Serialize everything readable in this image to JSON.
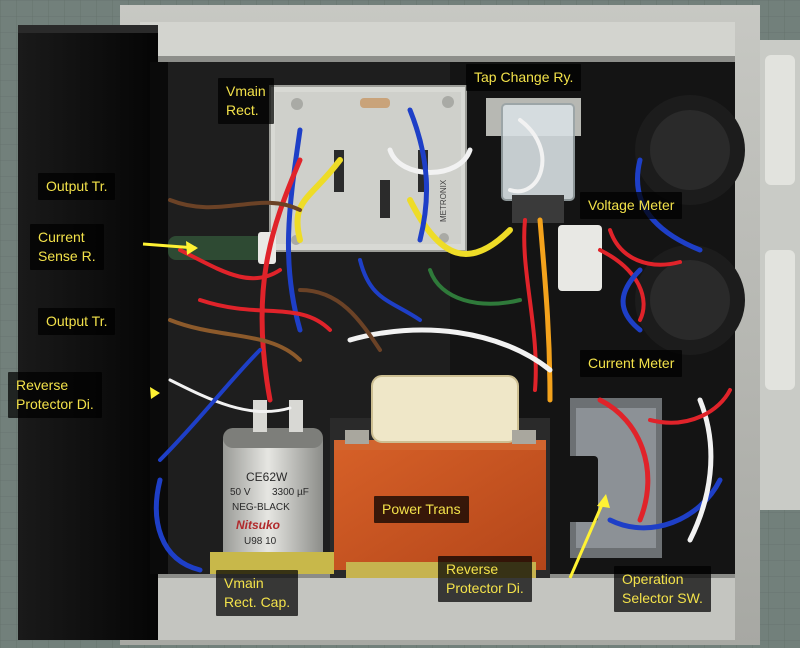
{
  "labels": {
    "vmain_rect": [
      "Vmain",
      "Rect."
    ],
    "tap_change_ry": "Tap Change Ry.",
    "output_tr_top": "Output Tr.",
    "current_sense_r": [
      "Current",
      "Sense R."
    ],
    "voltage_meter": "Voltage Meter",
    "output_tr_bottom": "Output Tr.",
    "current_meter": "Current Meter",
    "reverse_protector_left": [
      "Reverse",
      "Protector Di."
    ],
    "power_trans": "Power Trans",
    "vmain_rect_cap": [
      "Vmain",
      "Rect. Cap."
    ],
    "reverse_protector_bottom": [
      "Reverse",
      "Protector Di."
    ],
    "operation_selector_sw": [
      "Operation",
      "Selector SW."
    ]
  },
  "capacitor_print": {
    "model": "CE62W",
    "rating_v": "50 V",
    "rating_c": "3300 µF",
    "polarity": "NEG-BLACK",
    "brand": "Nitsuko",
    "code": "U98 10"
  },
  "board_print": "METRONIX",
  "colors": {
    "label_text": "#f3e24a",
    "label_bg": "#000000",
    "arrow": "#fff233",
    "chassis": "#b9bab5",
    "transformer_core": "#c8531f"
  }
}
